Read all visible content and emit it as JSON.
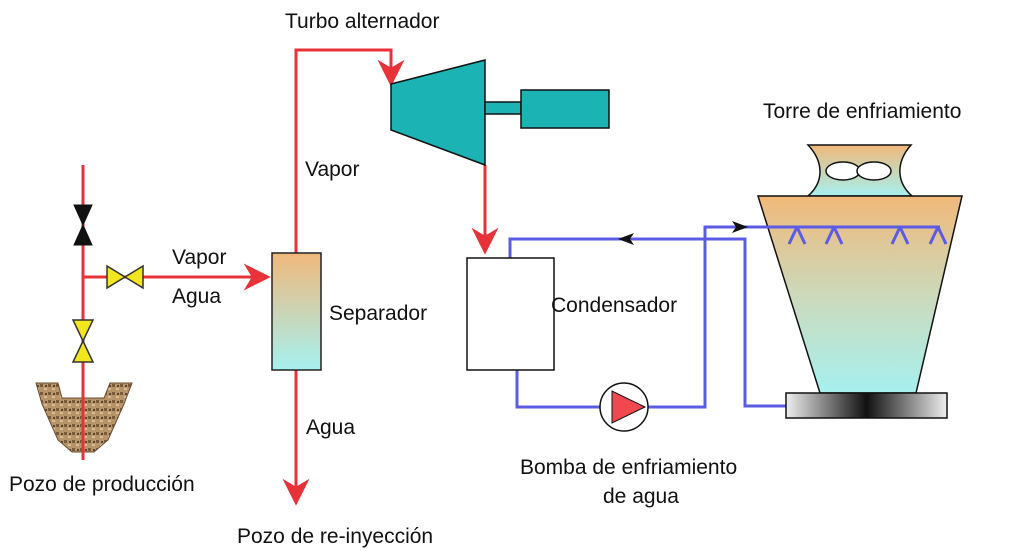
{
  "labels": {
    "turbine": "Turbo alternador",
    "cooling_tower": "Torre de enfriamiento",
    "steam_up": "Vapor",
    "steam_in": "Vapor",
    "water_in": "Agua",
    "separator": "Separador",
    "condenser": "Condensador",
    "water_out": "Agua",
    "production_well": "Pozo de producción",
    "pump_line1": "Bomba de enfriamiento",
    "pump_line2": "de agua",
    "reinjection_well": "Pozo de re-inyección"
  },
  "colors": {
    "steam_line": "#e8323a",
    "cooling_line": "#5b5be6",
    "turbine_fill": "#1bb3b3",
    "valve_fill": "#f2e61c",
    "pump_fill": "#f0484e",
    "gradient_top": "#f0b87a",
    "gradient_bottom": "#a6f0ef"
  }
}
